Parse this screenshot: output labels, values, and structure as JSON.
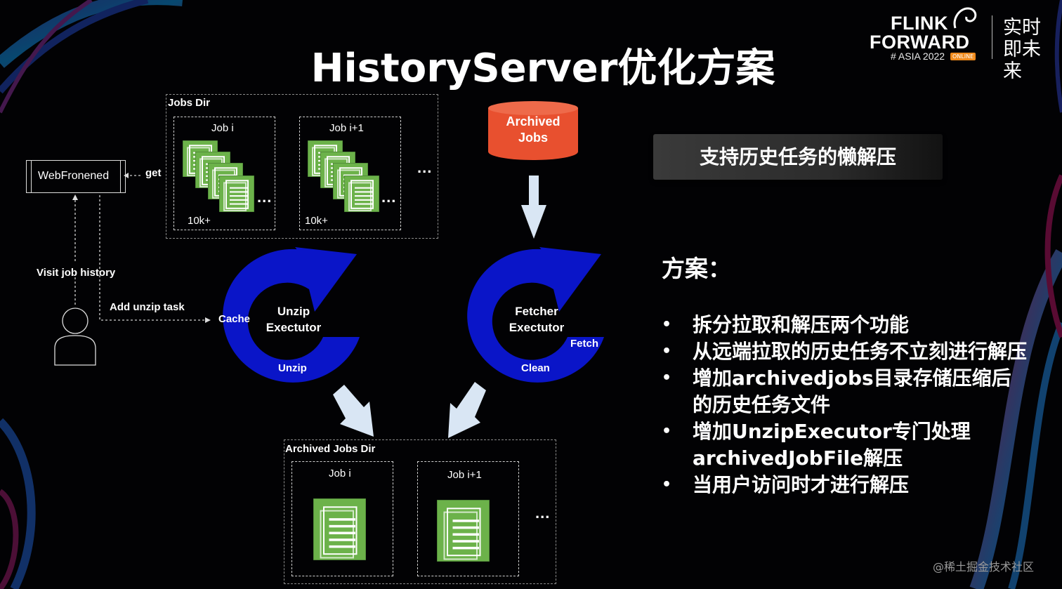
{
  "title": "HistoryServer优化方案",
  "logo": {
    "line1": "FLINK",
    "line2": "FORWARD",
    "line3": "# ASIA 2022",
    "badge": "ONLINE",
    "cn": "实时即未来"
  },
  "diagram": {
    "jobs_dir": "Jobs Dir",
    "job_i": "Job i",
    "job_i1": "Job i+1",
    "count_i": "10k+",
    "count_i1": "10k+",
    "ellipsis": "...",
    "web": "WebFronened",
    "get": "get",
    "visit": "Visit job history",
    "add_unzip": "Add unzip task",
    "archived_jobs": "Archived Jobs",
    "unzip_exec": "Unzip Exectutor",
    "fetcher_exec": "Fetcher Exectutor",
    "cache": "Cache",
    "unzip": "Unzip",
    "fetch": "Fetch",
    "clean": "Clean",
    "archived_dir": "Archived Jobs Dir",
    "job_i_b": "Job i",
    "job_i1_b": "Job i+1"
  },
  "panel": {
    "heading": "支持历史任务的懒解压",
    "plan": "方案：",
    "bullet": "•",
    "items": [
      "拆分拉取和解压两个功能",
      "从远端拉取的历史任务不立刻进行解压",
      "增加archivedjobs目录存储压缩后的历史任务文件",
      "增加UnzipExecutor专门处理archivedJobFile解压",
      "当用户访问时才进行解压"
    ]
  },
  "watermark": "@稀土掘金技术社区",
  "colors": {
    "blue": "#0a15c8",
    "green": "#6cb24a",
    "red": "#e8502f",
    "arrow": "#d9e6f4"
  }
}
